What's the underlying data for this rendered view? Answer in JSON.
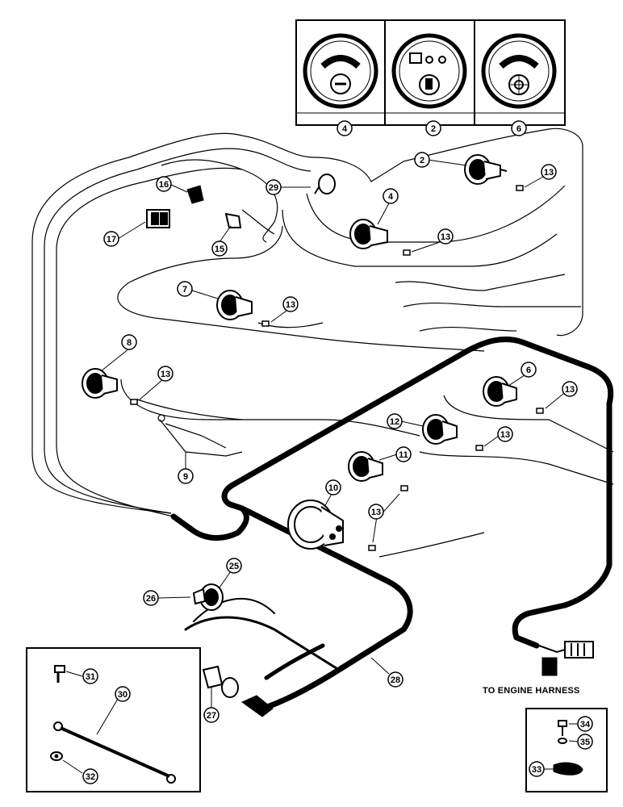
{
  "caption": "TO ENGINE HARNESS",
  "callouts": {
    "gauge_panel_left": "4",
    "gauge_panel_mid": "2",
    "gauge_panel_right": "6",
    "c2": "2",
    "c13a": "13",
    "c16": "16",
    "c29": "29",
    "c4": "4",
    "c17": "17",
    "c15": "15",
    "c13b": "13",
    "c7": "7",
    "c13c": "13",
    "c8": "8",
    "c13d": "13",
    "c6": "6",
    "c13e": "13",
    "c12": "12",
    "c13f": "13",
    "c11": "11",
    "c9": "9",
    "c10": "10",
    "c13g": "13",
    "c25": "25",
    "c26": "26",
    "c28": "28",
    "c31": "31",
    "c30": "30",
    "c27": "27",
    "c32": "32",
    "c34": "34",
    "c35": "35",
    "c33": "33"
  }
}
